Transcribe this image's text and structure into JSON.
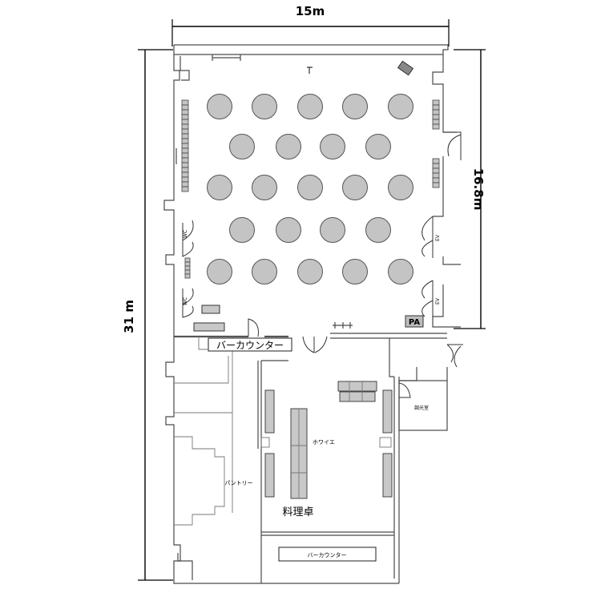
{
  "dimensions": {
    "width": "15m",
    "height_total": "31 m",
    "height_banquet": "16.8m"
  },
  "labels": {
    "bar_counter_top": "バーカウンター",
    "foyer": "ホワイエ",
    "pantry": "パントリー",
    "cooking_table": "料理卓",
    "control_room": "調光室",
    "bar_counter_bottom": "バーカウンター",
    "pa": "PA",
    "wc_upper": "WC",
    "wc_lower": "WC",
    "ev_upper": "EV",
    "ev_lower": "EV"
  },
  "seating": {
    "row_counts": [
      5,
      4,
      5,
      4,
      5
    ],
    "total_tables": 23
  },
  "colors": {
    "table_fill": "#c4c4c4",
    "wall": "#4a4a4a"
  }
}
